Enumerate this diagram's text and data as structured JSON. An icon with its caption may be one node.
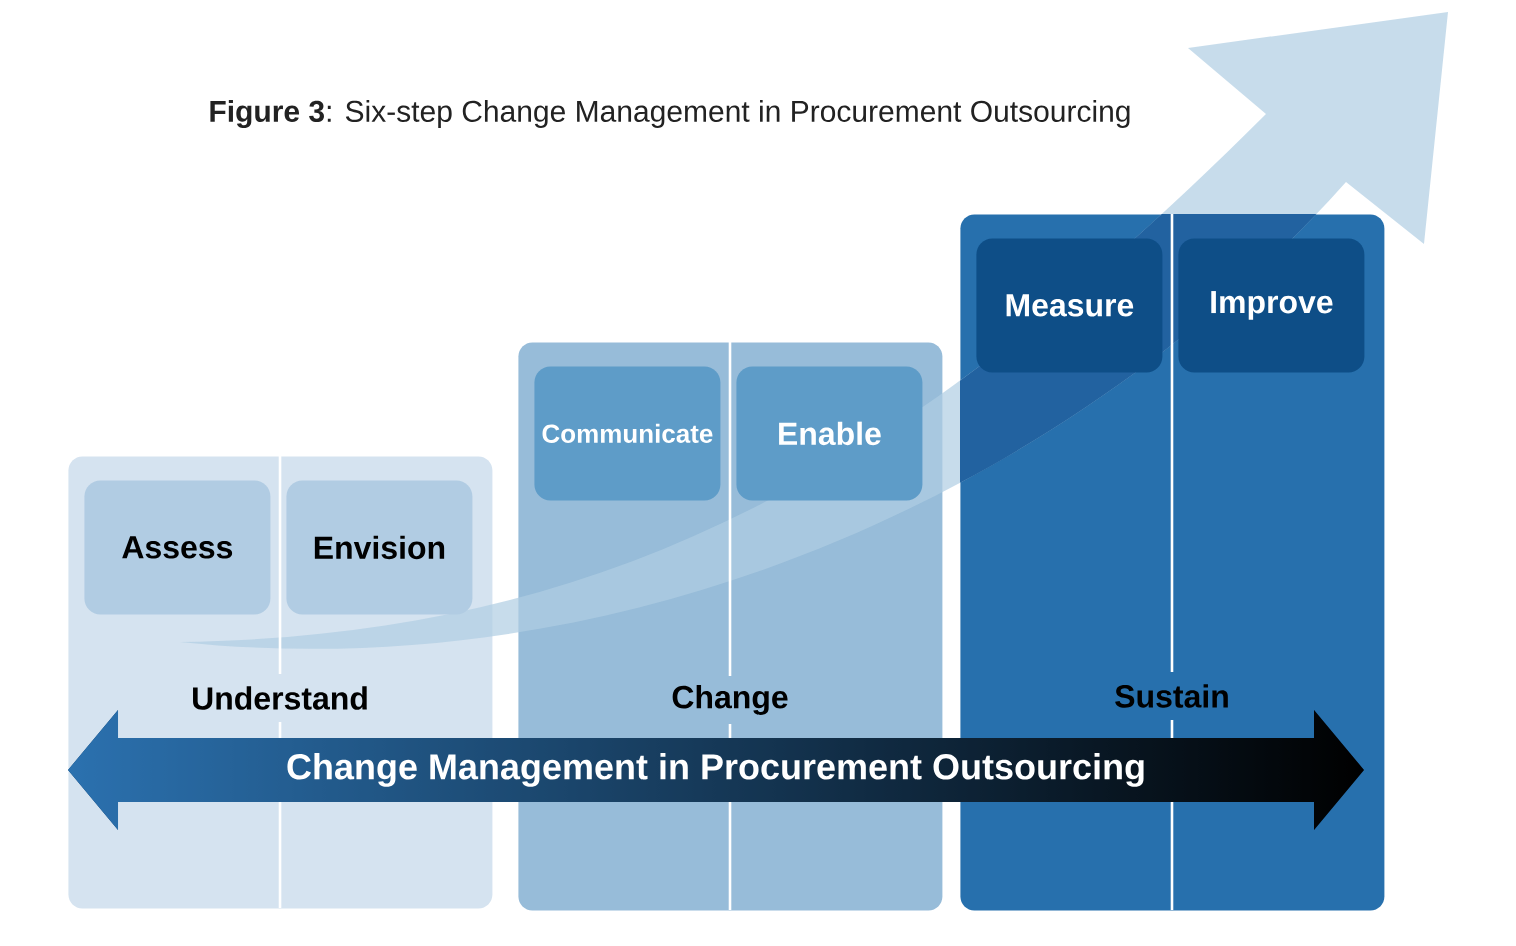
{
  "diagram": {
    "title": "**Figure 3**: Six-step Change Management in Procurement Outsourcing",
    "nodes": [
      {
        "text": [
          "Understand"
        ]
      },
      {
        "text": [
          "Assess"
        ],
        "in": 0
      },
      {
        "text": [
          "Envision"
        ],
        "in": 0
      },
      {
        "text": [
          "Change"
        ]
      },
      {
        "text": [
          "Communicate"
        ],
        "in": 3
      },
      {
        "text": [
          "Enable"
        ],
        "in": 3
      },
      {
        "text": [
          "Sustain"
        ]
      },
      {
        "text": [
          "Measure"
        ],
        "in": 6
      },
      {
        "text": [
          "Improve"
        ],
        "in": 6
      },
      {
        "text": [
          "Change Management in Procurement Outsourcing"
        ]
      }
    ]
  }
}
